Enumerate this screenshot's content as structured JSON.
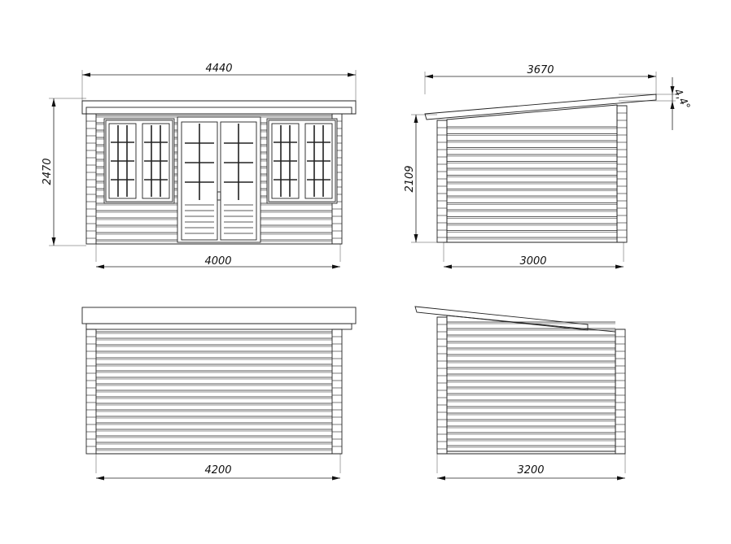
{
  "dimensions": {
    "front_overall_width": "4440",
    "front_wall_width": "4000",
    "front_height": "2470",
    "side_overall_width": "3670",
    "side_wall_width": "3000",
    "side_height": "2109",
    "roof_pitch": "4,4°",
    "back_wall_width": "4200",
    "side2_wall_width": "3200"
  },
  "colors": {
    "line": "#222222",
    "background": "#ffffff"
  }
}
